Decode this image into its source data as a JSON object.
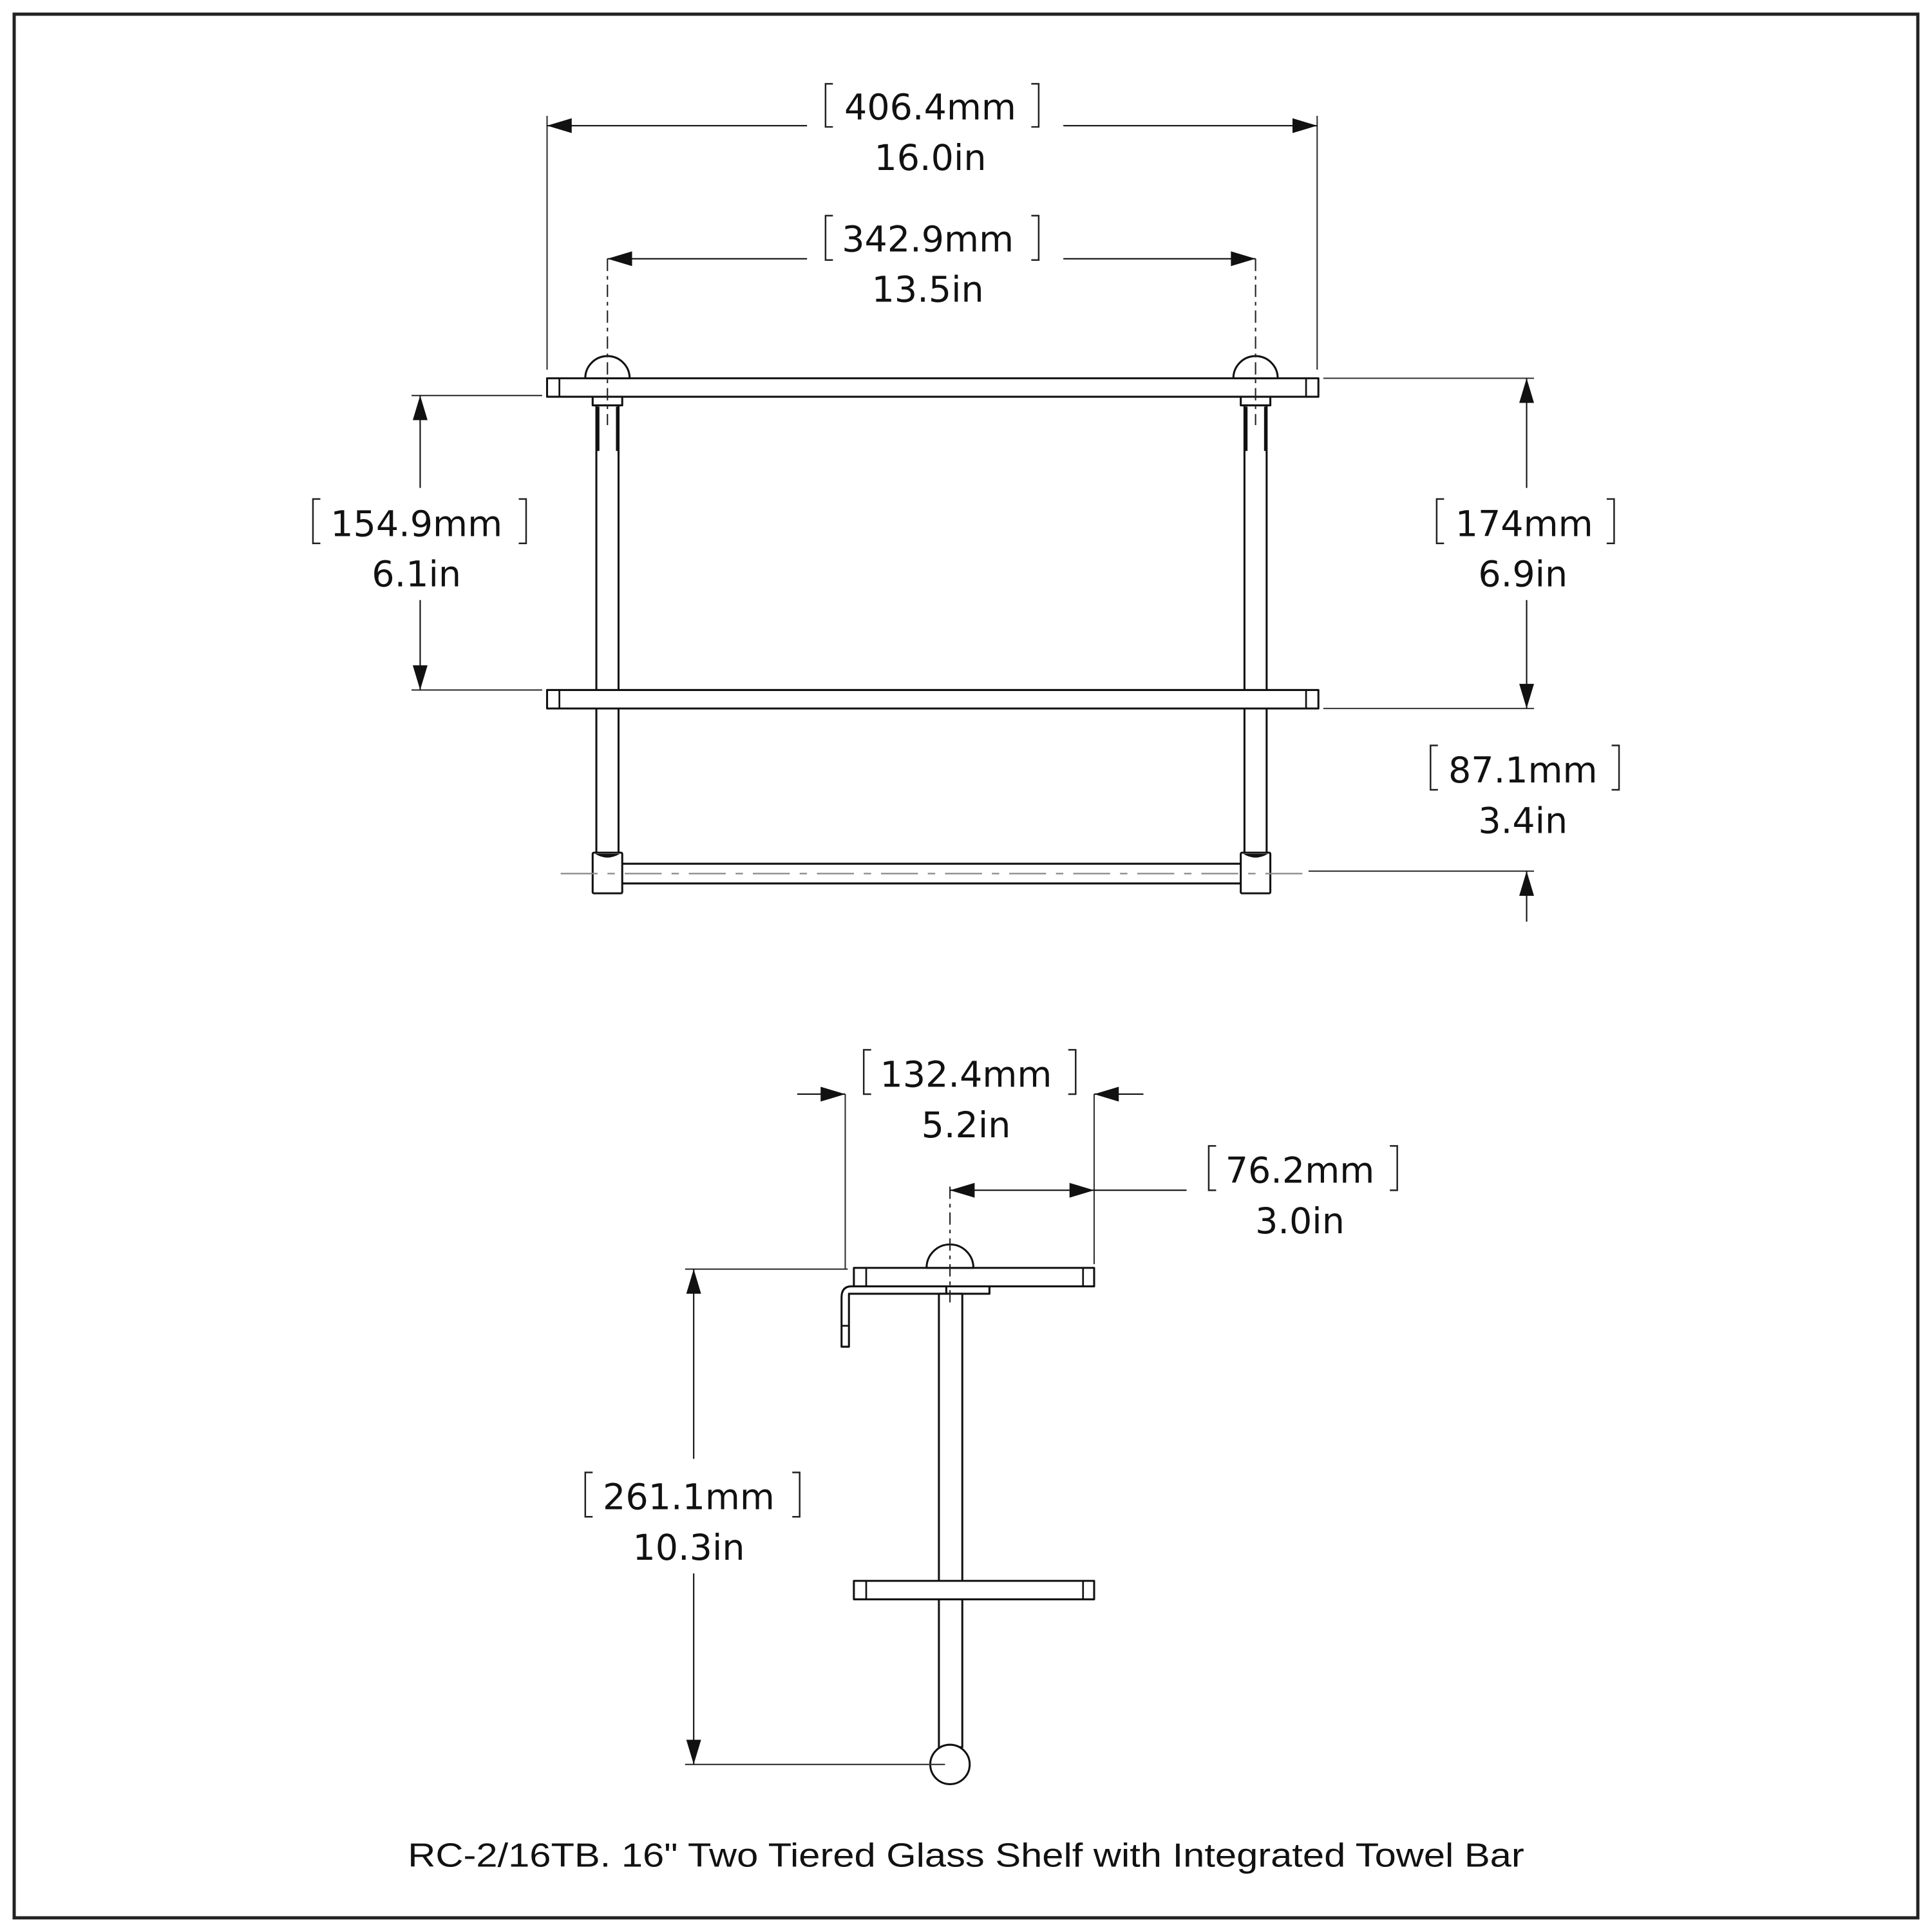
{
  "drawing": {
    "caption": "RC-2/16TB. 16\" Two Tiered Glass Shelf with Integrated Towel Bar",
    "front_view": {
      "overall_width": {
        "mm": "406.4mm",
        "in": "16.0in"
      },
      "post_spacing": {
        "mm": "342.9mm",
        "in": "13.5in"
      },
      "shelf_gap": {
        "mm": "154.9mm",
        "in": "6.1in"
      },
      "shelf_to_shelf": {
        "mm": "174mm",
        "in": "6.9in"
      },
      "towel_bar_offset": {
        "mm": "87.1mm",
        "in": "3.4in"
      }
    },
    "side_view": {
      "depth": {
        "mm": "132.4mm",
        "in": "5.2in"
      },
      "post_from_front": {
        "mm": "76.2mm",
        "in": "3.0in"
      },
      "height": {
        "mm": "261.1mm",
        "in": "10.3in"
      }
    }
  }
}
